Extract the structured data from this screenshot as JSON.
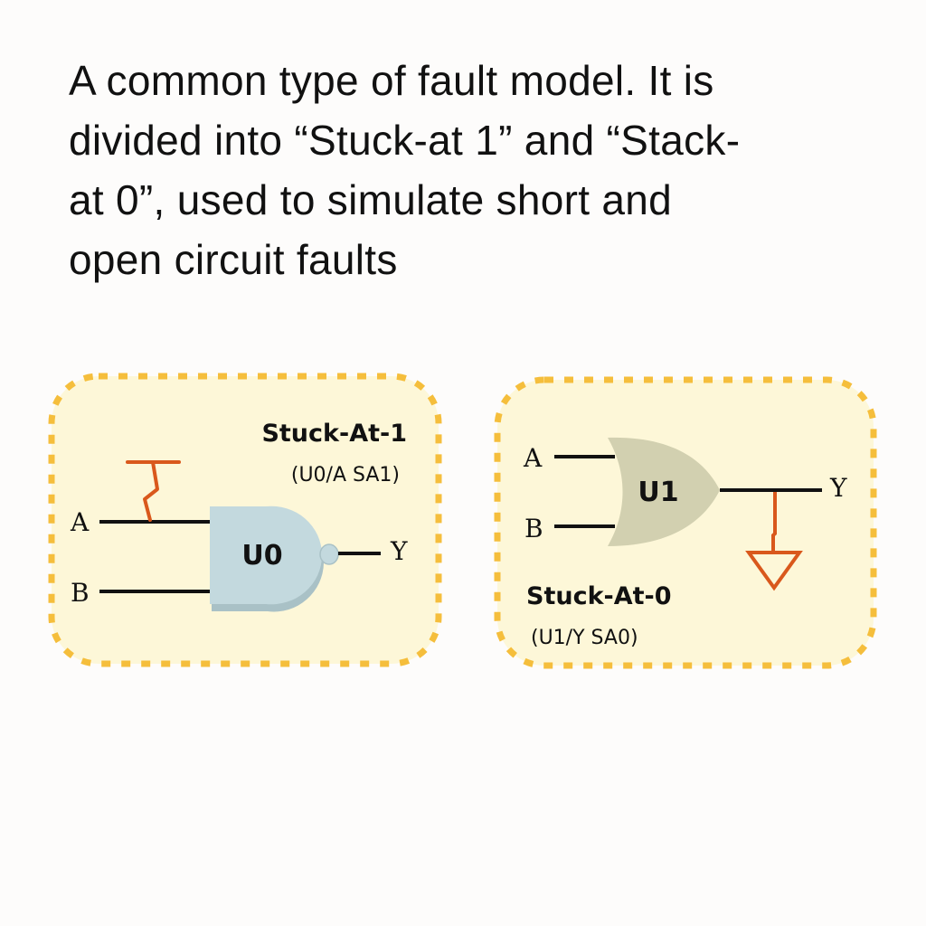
{
  "caption": {
    "lines": [
      "A common type of fault model. It is",
      "divided into “Stuck-at 1” and “Stack-",
      "at 0”, used to simulate short and",
      "open circuit faults"
    ]
  },
  "colors": {
    "panel_fill": "#fdf7d8",
    "panel_border": "#f5be3c",
    "fault_wire": "#d9581c",
    "nand_gate_fill": "#c3d9de",
    "or_gate_fill": "#d2d0b0",
    "wire": "#111111"
  },
  "panels": [
    {
      "id": "stuck-at-1",
      "title": "Stuck-At-1",
      "subtitle": "(U0/A SA1)",
      "gate": {
        "type": "NAND",
        "label": "U0"
      },
      "inputs": [
        "A",
        "B"
      ],
      "output": "Y",
      "fault_symbol": "tie-high (VDD) on input A"
    },
    {
      "id": "stuck-at-0",
      "title": "Stuck-At-0",
      "subtitle": "(U1/Y SA0)",
      "gate": {
        "type": "OR",
        "label": "U1"
      },
      "inputs": [
        "A",
        "B"
      ],
      "output": "Y",
      "fault_symbol": "tie-low (ground) on output Y"
    }
  ]
}
